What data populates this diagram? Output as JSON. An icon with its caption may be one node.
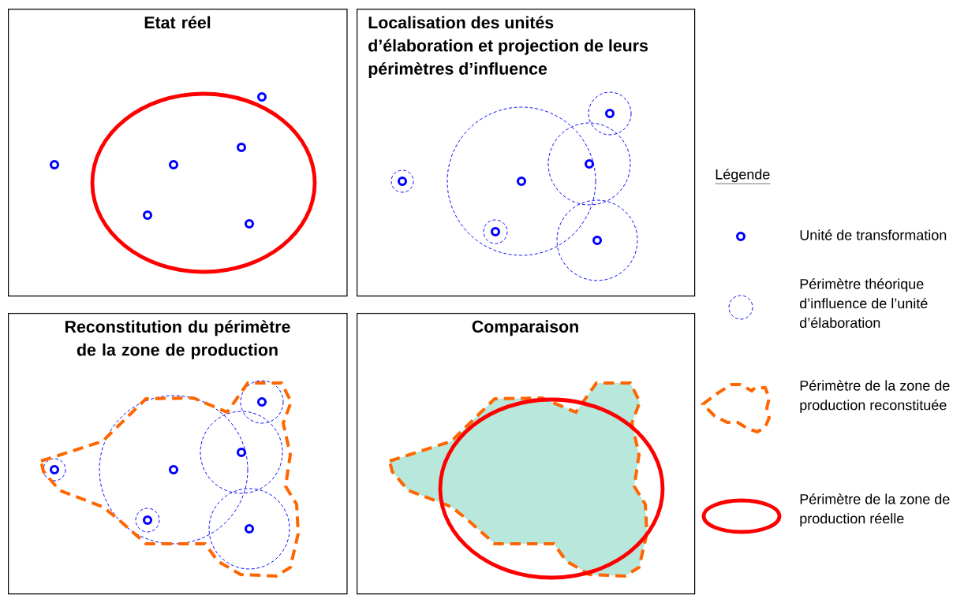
{
  "diagram": {
    "nodes": [
      {
        "text": [
          "Etat réel"
        ]
      },
      {
        "text": [
          "Localisation des unités d’élaboration et projection de leurs périmètres d’influence"
        ]
      },
      {
        "text": [
          "Reconstitution du périmètre de la zone de production"
        ]
      },
      {
        "text": [
          "Comparaison"
        ]
      }
    ],
    "labels": [
      "Légende"
    ],
    "legend": [
      {
        "text": "Unité de transformation"
      },
      {
        "text": "Périmètre théorique d’influence de l’unité d’élaboration"
      },
      {
        "text": "Périmètre de la zone de production reconstituée"
      },
      {
        "text": "Périmètre de la zone de production réelle"
      }
    ]
  }
}
